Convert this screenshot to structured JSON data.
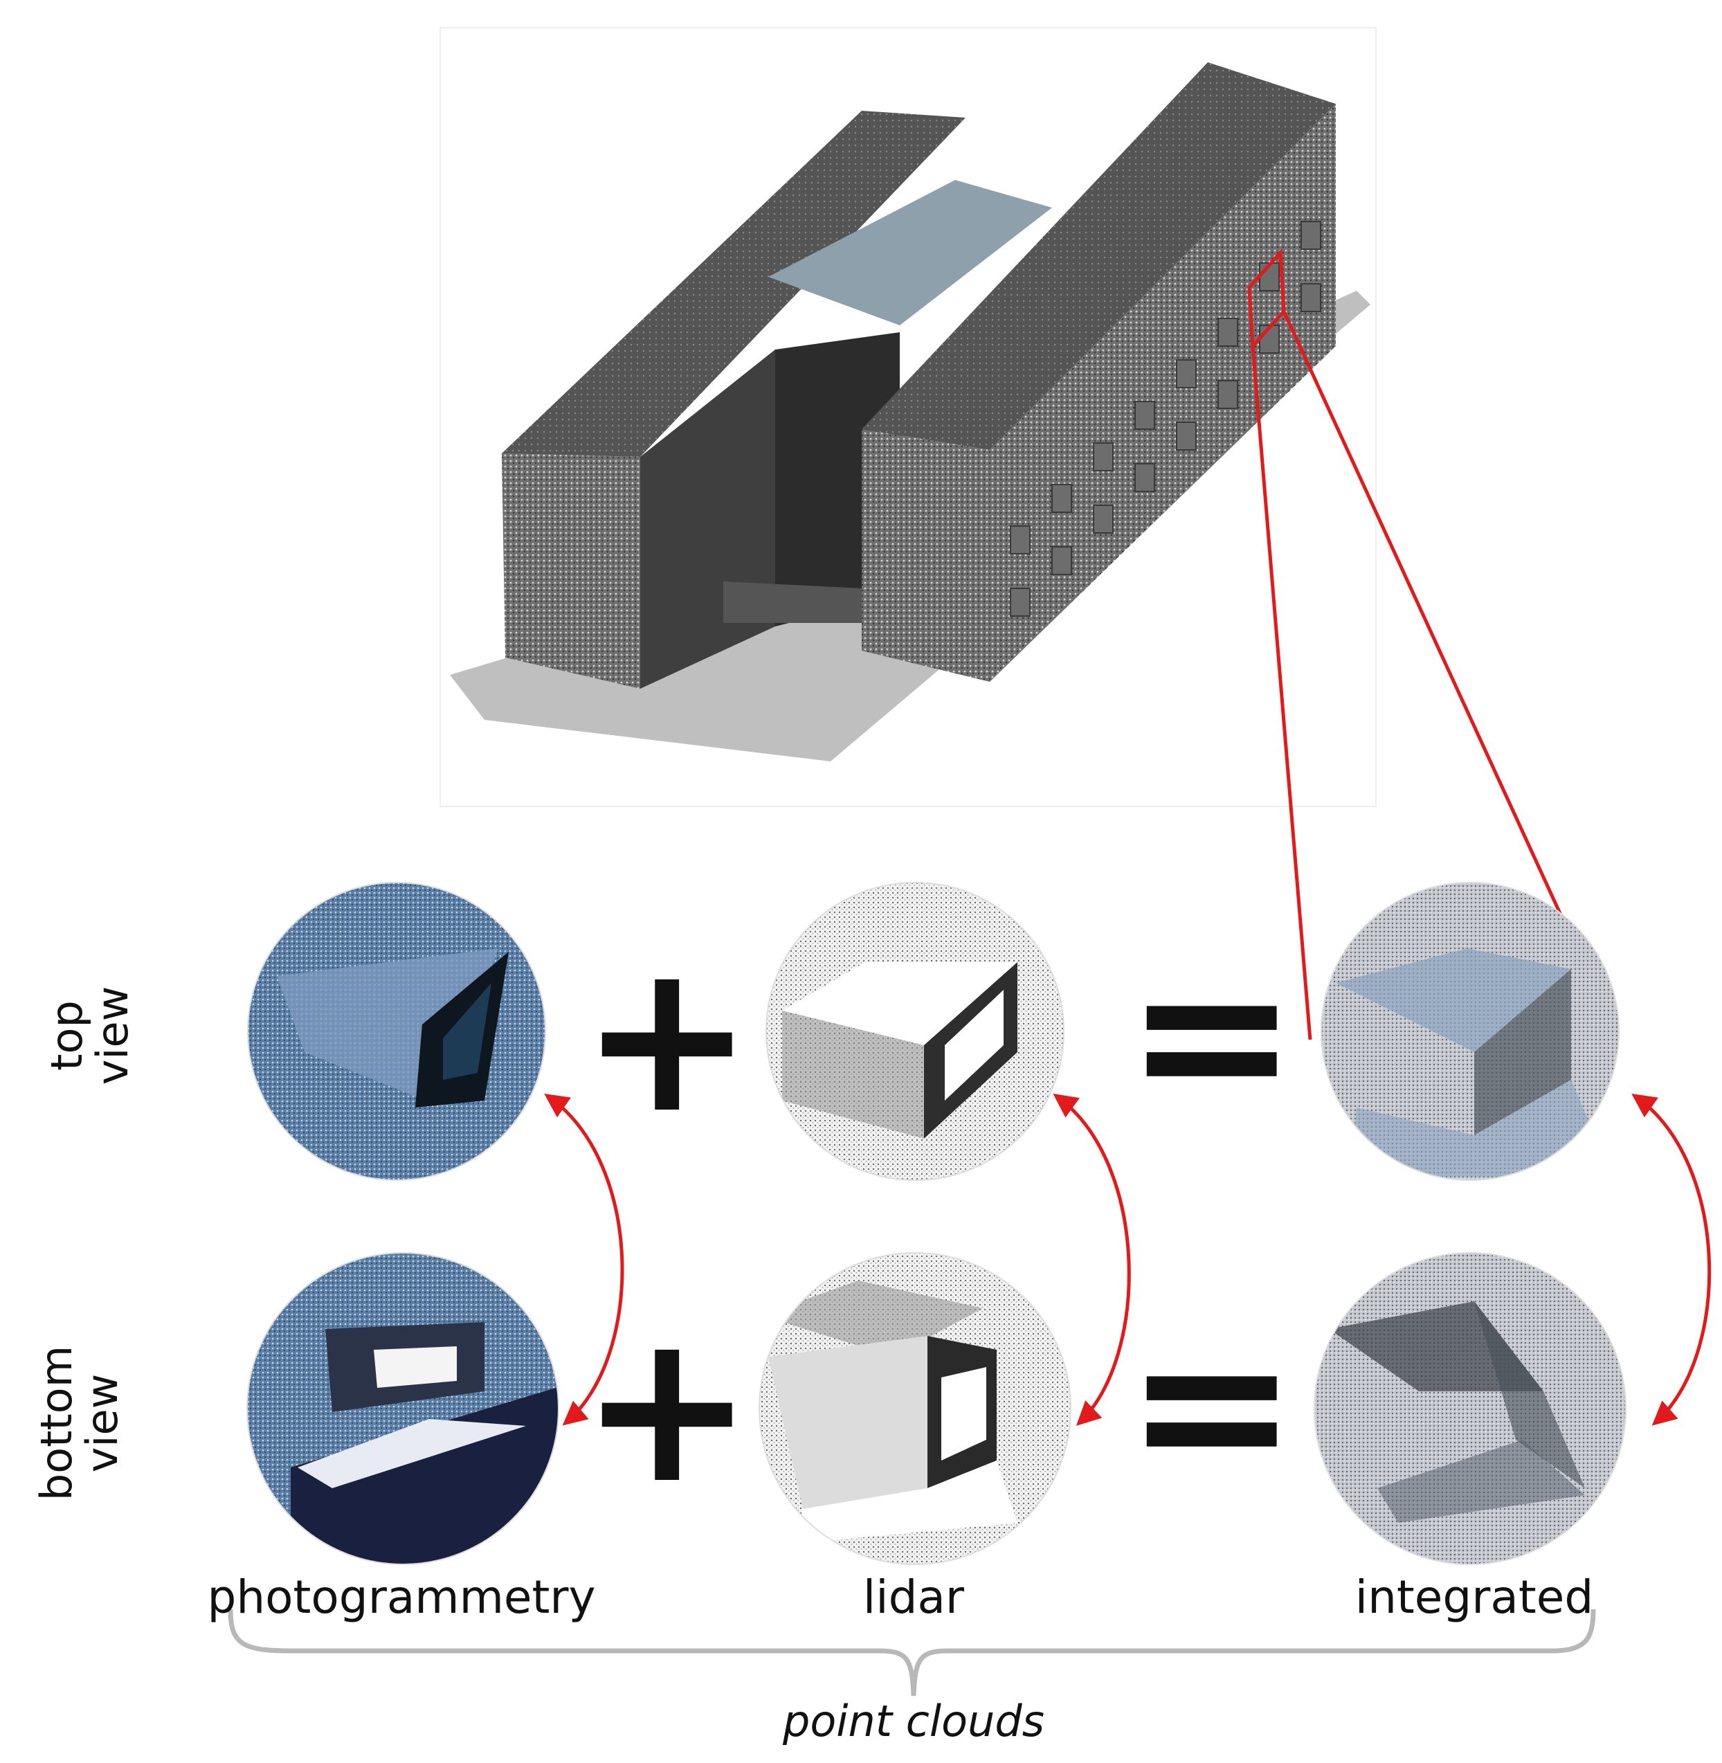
{
  "row_labels": {
    "top": [
      "top",
      "view"
    ],
    "bottom": [
      "bottom",
      "view"
    ]
  },
  "column_labels": {
    "photogrammetry": "photogrammetry",
    "lidar": "lidar",
    "integrated": "integrated"
  },
  "operators": {
    "plus": "+",
    "equals": "="
  },
  "brace_caption": "point clouds",
  "colors": {
    "highlight": "#e31a1c",
    "brace": "#b8b8b8",
    "building_facade": "#8c8c8c",
    "building_roof": "#5a5a5a",
    "photogrammetry_tint": "#5b7fa6",
    "lidar_tint": "#e8e8e8",
    "integrated_tint": "#c8ccd2"
  }
}
